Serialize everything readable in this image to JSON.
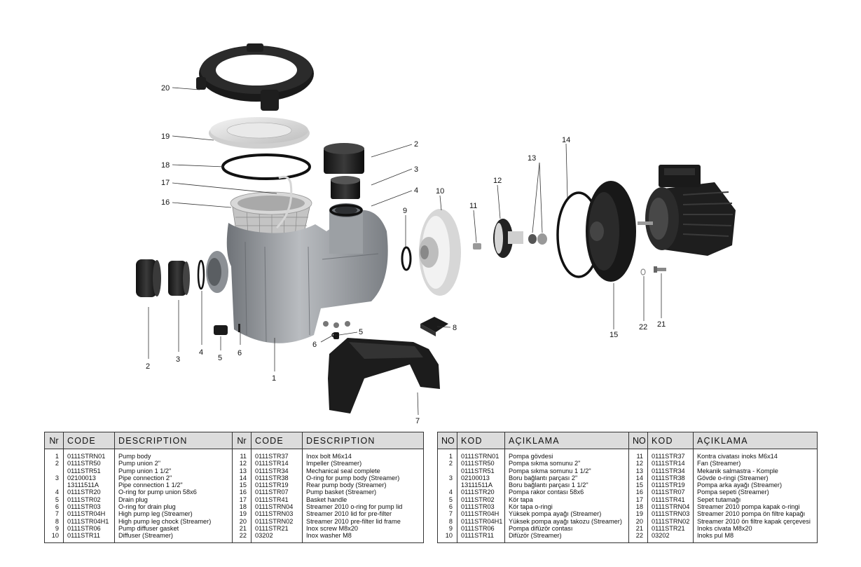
{
  "callouts": [
    "20",
    "19",
    "18",
    "17",
    "16",
    "2",
    "3",
    "4",
    "10",
    "9",
    "11",
    "12",
    "13",
    "14",
    "2",
    "3",
    "4",
    "5",
    "6",
    "1",
    "6",
    "5",
    "8",
    "7",
    "15",
    "22",
    "21"
  ],
  "tables": {
    "english": {
      "headers": [
        "Nr",
        "CODE",
        "DESCRIPTION",
        "Nr",
        "CODE",
        "DESCRIPTION"
      ],
      "left": {
        "nr": [
          "1",
          "2",
          "",
          "3",
          "",
          "4",
          "5",
          "6",
          "7",
          "8",
          "9",
          "10"
        ],
        "code": [
          "0111STRN01",
          "0111STR50",
          "0111STR51",
          "02100013",
          "13111511A",
          "0111STR20",
          "0111STR02",
          "0111STR03",
          "0111STR04H",
          "0111STR04H1",
          "0111STR06",
          "0111STR11"
        ],
        "desc": [
          "Pump body",
          "Pump union 2\"",
          "Pump union 1 1/2\"",
          "Pipe connection 2\"",
          "Pipe connection 1 1/2\"",
          "O-ring for pump union 58x6",
          "Drain plug",
          "O-ring for drain plug",
          "High pump leg (Streamer)",
          "High pump leg chock (Streamer)",
          "Pump diffuser gasket",
          "Diffuser (Streamer)"
        ]
      },
      "right": {
        "nr": [
          "11",
          "12",
          "13",
          "14",
          "15",
          "16",
          "17",
          "18",
          "19",
          "20",
          "21",
          "22"
        ],
        "code": [
          "0111STR37",
          "0111STR14",
          "0111STR34",
          "0111STR38",
          "0111STR19",
          "0111STR07",
          "0111STR41",
          "0111STRN04",
          "0111STRN03",
          "0111STRN02",
          "0111STR21",
          "03202"
        ],
        "desc": [
          "Inox bolt M6x14",
          "Impeller (Streamer)",
          "Mechanical seal complete",
          "O-ring for pump body (Streamer)",
          "Rear pump body (Streamer)",
          "Pump basket (Streamer)",
          "Basket handle",
          "Streamer 2010 o-ring for pump lid",
          "Streamer 2010 lid for pre-filter",
          "Streamer 2010 pre-filter lid frame",
          "Inox screw M8x20",
          "Inox washer M8"
        ]
      }
    },
    "turkish": {
      "headers": [
        "NO",
        "KOD",
        "AÇIKLAMA",
        "NO",
        "KOD",
        "AÇIKLAMA"
      ],
      "left": {
        "nr": [
          "1",
          "2",
          "",
          "3",
          "",
          "4",
          "5",
          "6",
          "7",
          "8",
          "9",
          "10"
        ],
        "code": [
          "0111STRN01",
          "0111STR50",
          "0111STR51",
          "02100013",
          "13111511A",
          "0111STR20",
          "0111STR02",
          "0111STR03",
          "0111STR04H",
          "0111STR04H1",
          "0111STR06",
          "0111STR11"
        ],
        "desc": [
          "Pompa gövdesi",
          "Pompa sıkma somunu 2\"",
          "Pompa sıkma somunu 1 1/2\"",
          "Boru bağlantı parçası 2\"",
          "Boru bağlantı parçası 1 1/2\"",
          "Pompa rakor contası 58x6",
          "Kör tapa",
          "Kör tapa o-ringi",
          "Yüksek pompa ayağı (Streamer)",
          "Yüksek pompa ayağı takozu (Streamer)",
          "Pompa difüzör contası",
          "Difüzör (Streamer)"
        ]
      },
      "right": {
        "nr": [
          "11",
          "12",
          "13",
          "14",
          "15",
          "16",
          "17",
          "18",
          "19",
          "20",
          "21",
          "22"
        ],
        "code": [
          "0111STR37",
          "0111STR14",
          "0111STR34",
          "0111STR38",
          "0111STR19",
          "0111STR07",
          "0111STR41",
          "0111STRN04",
          "0111STRN03",
          "0111STRN02",
          "0111STR21",
          "03202"
        ],
        "desc": [
          "Kontra civatası inoks M6x14",
          "Fan (Streamer)",
          "Mekanik salmastra - Komple",
          "Gövde o-ringi (Streamer)",
          "Pompa arka ayağı (Streamer)",
          "Pompa sepeti (Streamer)",
          "Sepet tutamağı",
          "Streamer 2010 pompa kapak o-ringi",
          "Streamer 2010 pompa ön filtre kapağı",
          "Streamer 2010 ön filtre kapak çerçevesi",
          "Inoks civata M8x20",
          "Inoks pul M8"
        ]
      }
    }
  }
}
